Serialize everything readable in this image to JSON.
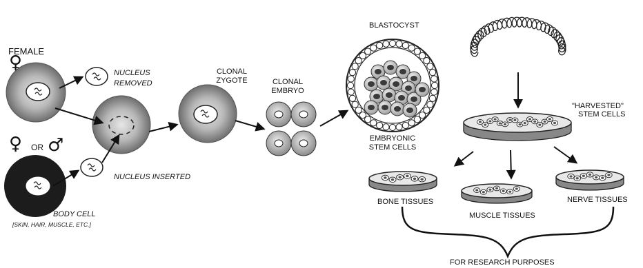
{
  "labels": {
    "female": "FEMALE",
    "or": "OR",
    "nucleus_removed_1": "NUCLEUS",
    "nucleus_removed_2": "REMOVED",
    "nucleus_inserted": "NUCLEUS INSERTED",
    "body_cell": "BODY CELL",
    "body_cell_examples": "[SKIN, HAIR, MUSCLE, ETC.]",
    "clonal_zygote_1": "CLONAL",
    "clonal_zygote_2": "ZYGOTE",
    "clonal_embryo_1": "CLONAL",
    "clonal_embryo_2": "EMBRYO",
    "blastocyst": "BLASTOCYST",
    "embryonic_stem_cells_1": "EMBRYONIC",
    "embryonic_stem_cells_2": "STEM CELLS",
    "harvested_1": "\"HARVESTED\"",
    "harvested_2": "STEM CELLS",
    "bone_tissues": "BONE TISSUES",
    "muscle_tissues": "MUSCLE TISSUES",
    "nerve_tissues": "NERVE TISSUES",
    "research": "FOR RESEARCH PURPOSES"
  },
  "symbols": {
    "female_icon": "female-symbol-icon",
    "male_icon": "male-symbol-icon"
  },
  "colors": {
    "ink": "#111111",
    "cell_gray": "#9a9a9a",
    "body_cell_dark": "#1c1c1c"
  }
}
